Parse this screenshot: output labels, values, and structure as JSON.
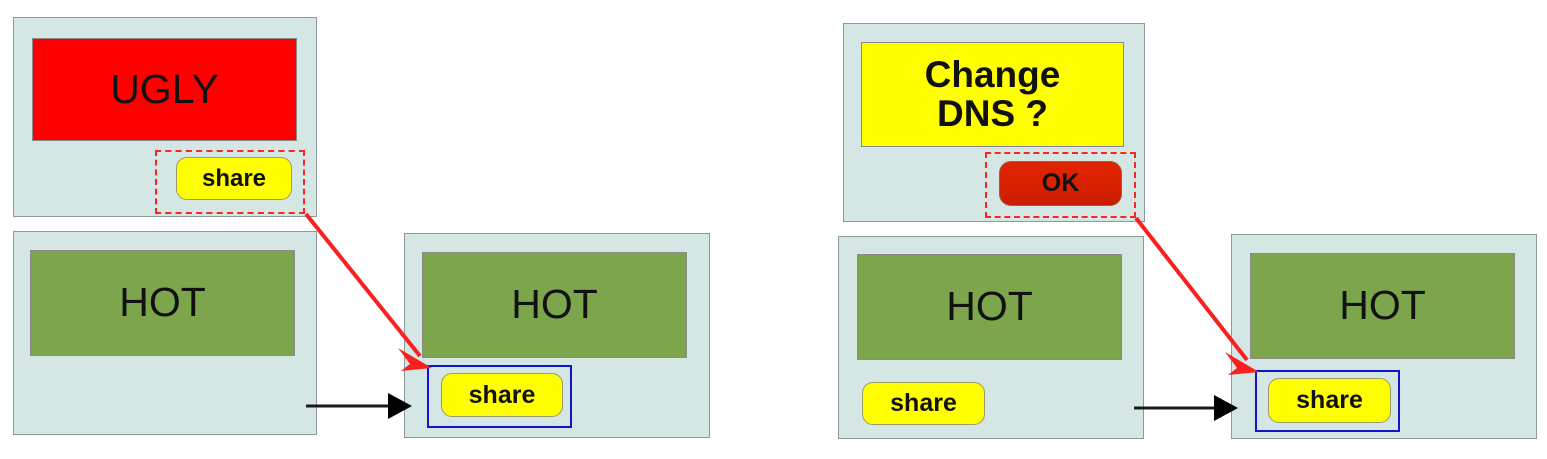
{
  "diagram": {
    "title": "UI state comparison diagram",
    "colors": {
      "panel_background": "#d4e7e5",
      "panel_border": "#8a9a99",
      "red_block": "#fe0000",
      "yellow_block": "#ffff00",
      "green_block": "#7da64c",
      "red_button": "#d82000",
      "highlight_dashed": "#ff2424",
      "highlight_solid": "#1414c8",
      "red_arrow": "#fb2020",
      "black_arrow": "#000000"
    }
  },
  "groups": [
    {
      "name": "left-group",
      "panels": [
        {
          "name": "panel-ugly-share",
          "block_label": "UGLY",
          "block_style": "red",
          "button_label": "share",
          "button_style": "yellow",
          "highlight": "dashed"
        },
        {
          "name": "panel-hot-before",
          "block_label": "HOT",
          "block_style": "green",
          "button_label": "",
          "highlight": "none"
        },
        {
          "name": "panel-hot-after",
          "block_label": "HOT",
          "block_style": "green",
          "button_label": "share",
          "button_style": "yellow",
          "highlight": "solid"
        }
      ]
    },
    {
      "name": "right-group",
      "panels": [
        {
          "name": "panel-change-dns-ok",
          "block_label": "Change\nDNS ?",
          "block_style": "yellow",
          "button_label": "OK",
          "button_style": "red",
          "highlight": "dashed"
        },
        {
          "name": "panel-hot-before",
          "block_label": "HOT",
          "block_style": "green",
          "button_label": "share",
          "button_style": "yellow",
          "highlight": "none"
        },
        {
          "name": "panel-hot-after",
          "block_label": "HOT",
          "block_style": "green",
          "button_label": "share",
          "button_style": "yellow",
          "highlight": "solid"
        }
      ]
    }
  ],
  "arrows": [
    {
      "name": "red-arrow-left",
      "color": "#fb2020",
      "style": "solid"
    },
    {
      "name": "black-arrow-left",
      "color": "#000000",
      "style": "solid"
    },
    {
      "name": "red-arrow-right",
      "color": "#fb2020",
      "style": "solid"
    },
    {
      "name": "black-arrow-right",
      "color": "#000000",
      "style": "solid"
    }
  ]
}
